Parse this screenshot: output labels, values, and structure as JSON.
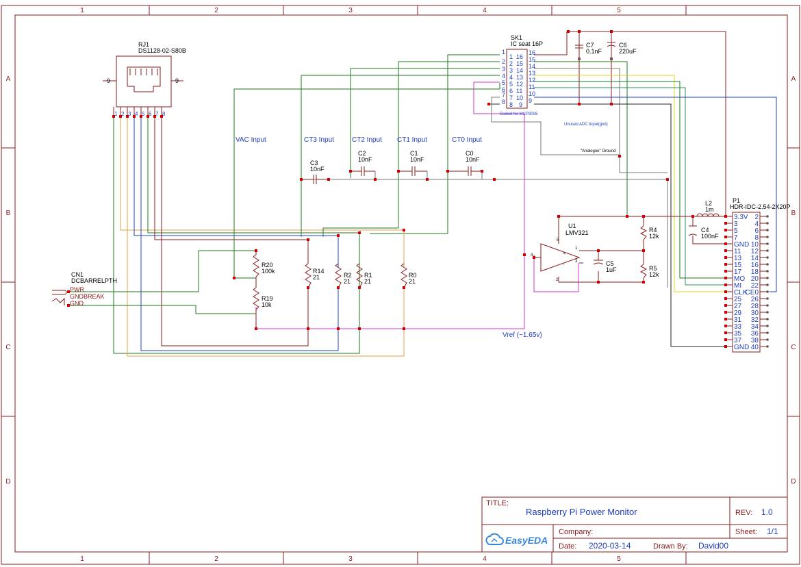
{
  "frame": {
    "columns": [
      "1",
      "2",
      "3",
      "4",
      "5"
    ],
    "rows": [
      "A",
      "B",
      "C",
      "D"
    ]
  },
  "rj1": {
    "ref": "RJ1",
    "part": "DS1128-02-S80B",
    "pin_left": "9",
    "pin_right": "9",
    "pins": [
      "1",
      "2",
      "3",
      "4",
      "5",
      "6",
      "7",
      "8"
    ]
  },
  "sk1": {
    "ref": "SK1",
    "part": "IC seat 16P",
    "caption": "Socket for MCP3008",
    "left_pins": [
      "1",
      "2",
      "3",
      "4",
      "5",
      "6",
      "7",
      "8"
    ],
    "right_pins": [
      "16",
      "15",
      "14",
      "13",
      "12",
      "11",
      "10",
      "9"
    ]
  },
  "caps": {
    "c7": {
      "ref": "C7",
      "value": "0.1nF"
    },
    "c6": {
      "ref": "C6",
      "value": "220uF"
    },
    "c3": {
      "ref": "C3",
      "value": "10nF"
    },
    "c2": {
      "ref": "C2",
      "value": "10nF"
    },
    "c1": {
      "ref": "C1",
      "value": "10nF"
    },
    "c0": {
      "ref": "C0",
      "value": "10nF"
    },
    "c4": {
      "ref": "C4",
      "value": "100nF"
    },
    "c5": {
      "ref": "C5",
      "value": "1uF"
    }
  },
  "resistors": {
    "r20": {
      "ref": "R20",
      "value": "100k"
    },
    "r19": {
      "ref": "R19",
      "value": "10k"
    },
    "r14": {
      "ref": "R14",
      "value": "21"
    },
    "r2": {
      "ref": "R2",
      "value": "21"
    },
    "r1": {
      "ref": "R1",
      "value": "21"
    },
    "r0": {
      "ref": "R0",
      "value": "21"
    },
    "r4": {
      "ref": "R4",
      "value": "12k"
    },
    "r5": {
      "ref": "R5",
      "value": "12k"
    }
  },
  "inputs": {
    "vac": "VAC Input",
    "ct3": "CT3 Input",
    "ct2": "CT2 Input",
    "ct1": "CT1 Input",
    "ct0": "CT0 Input"
  },
  "notes": {
    "unused_adc": "Unused ADC Input(gnd)",
    "analogue_ground": "\"Analogue\" Ground",
    "vref": "Vref (~1.65v)"
  },
  "u1": {
    "ref": "U1",
    "part": "LMV321",
    "pin1": "1",
    "pin2": "2",
    "pin3": "3",
    "pin4": "4",
    "pin5": "5"
  },
  "l2": {
    "ref": "L2",
    "value": "1m"
  },
  "cn1": {
    "ref": "CN1",
    "part": "DCBARRELPTH",
    "pins": [
      "PWR",
      "GNDBREAK",
      "GND"
    ]
  },
  "p1": {
    "ref": "P1",
    "part": "HDR-IDC-2.54-2X20P",
    "left": [
      "3.3V",
      "3",
      "5",
      "7",
      "GND",
      "11",
      "13",
      "15",
      "17",
      "MO",
      "MI",
      "CLK",
      "25",
      "27",
      "29",
      "31",
      "33",
      "35",
      "37",
      "GND"
    ],
    "right": [
      "2",
      "4",
      "6",
      "8",
      "10",
      "12",
      "14",
      "16",
      "18",
      "20",
      "22",
      "CE0",
      "26",
      "28",
      "30",
      "32",
      "34",
      "36",
      "38",
      "40"
    ]
  },
  "titleblock": {
    "title_label": "TITLE:",
    "title": "Raspberry Pi Power Monitor",
    "rev_label": "REV:",
    "rev": "1.0",
    "company_label": "Company:",
    "company": "",
    "sheet_label": "Sheet:",
    "sheet": "1/1",
    "date_label": "Date:",
    "date": "2020-03-14",
    "drawn_label": "Drawn By:",
    "drawn_by": "David00",
    "logo": "EasyEDA"
  }
}
